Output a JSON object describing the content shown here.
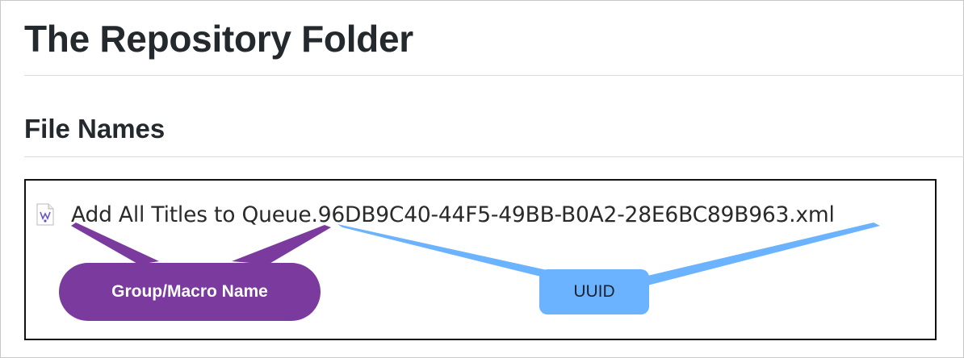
{
  "page": {
    "title": "The Repository Folder",
    "subtitle": "File Names"
  },
  "example": {
    "file_icon": "xml-file-icon",
    "file_name": "Add All Titles to Queue.96DB9C40-44F5-49BB-B0A2-28E6BC89B963.xml",
    "callouts": {
      "group_label": "Group/Macro Name",
      "uuid_label": "UUID"
    }
  },
  "colors": {
    "heading": "#24292e",
    "group_callout": "#7a3a9e",
    "uuid_callout": "#6cb3ff",
    "box_border": "#111111"
  }
}
